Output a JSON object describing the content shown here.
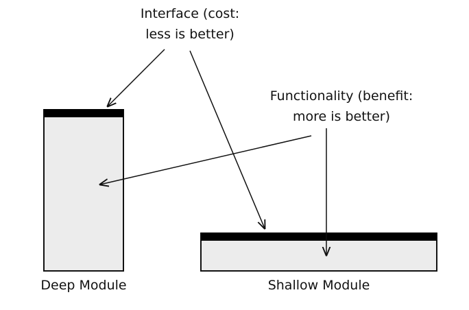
{
  "interface_label": {
    "line1": "Interface (cost:",
    "line2": "less is better)"
  },
  "functionality_label": {
    "line1": "Functionality (benefit:",
    "line2": "more is better)"
  },
  "deep_module": {
    "label": "Deep Module"
  },
  "shallow_module": {
    "label": "Shallow Module"
  },
  "colors": {
    "fill": "#ececec",
    "interface_bar": "#000000",
    "stroke": "#111111"
  }
}
